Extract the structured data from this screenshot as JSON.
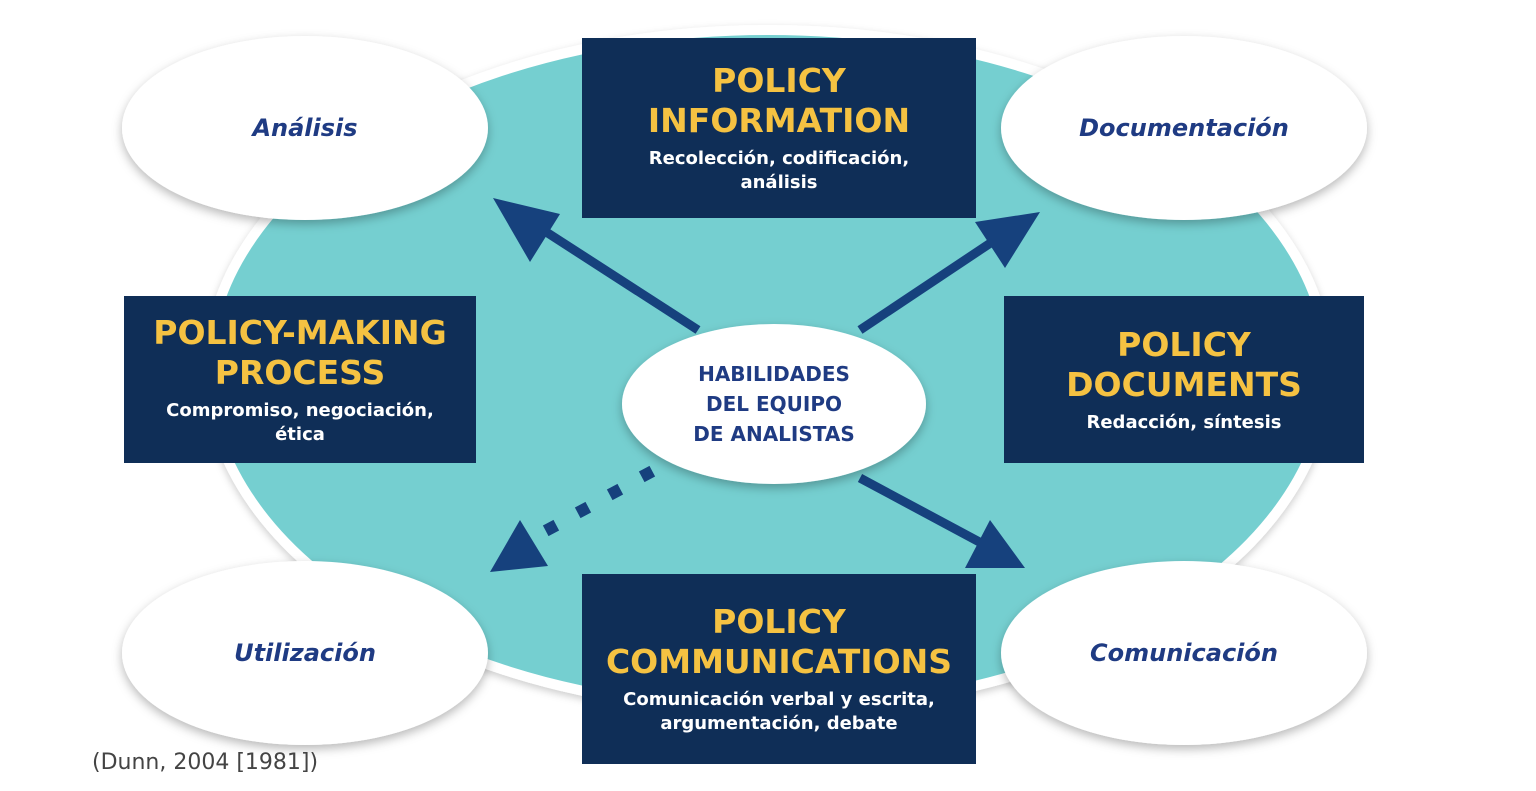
{
  "colors": {
    "teal": "#75cfd0",
    "navy": "#0f2e57",
    "gold": "#f5c242",
    "arrow": "#16417d",
    "label": "#1f3b83"
  },
  "center": {
    "line1": "HABILIDADES",
    "line2": "DEL EQUIPO",
    "line3": "DE ANALISTAS"
  },
  "ovals": {
    "top_left": "Análisis",
    "top_right": "Documentación",
    "bottom_left": "Utilización",
    "bottom_right": "Comunicación"
  },
  "boxes": {
    "policy_information": {
      "title1": "POLICY",
      "title2": "INFORMATION",
      "sub1": "Recolección, codificación,",
      "sub2": "análisis"
    },
    "policy_making": {
      "title1": "POLICY-MAKING",
      "title2": "PROCESS",
      "sub1": "Compromiso, negociación,",
      "sub2": "ética"
    },
    "policy_documents": {
      "title1": "POLICY",
      "title2": "DOCUMENTS",
      "sub1": "Redacción, síntesis"
    },
    "policy_communications": {
      "title1": "POLICY",
      "title2": "COMMUNICATIONS",
      "sub1": "Comunicación verbal y escrita,",
      "sub2": "argumentación, debate"
    }
  },
  "citation": "(Dunn, 2004 [1981])"
}
